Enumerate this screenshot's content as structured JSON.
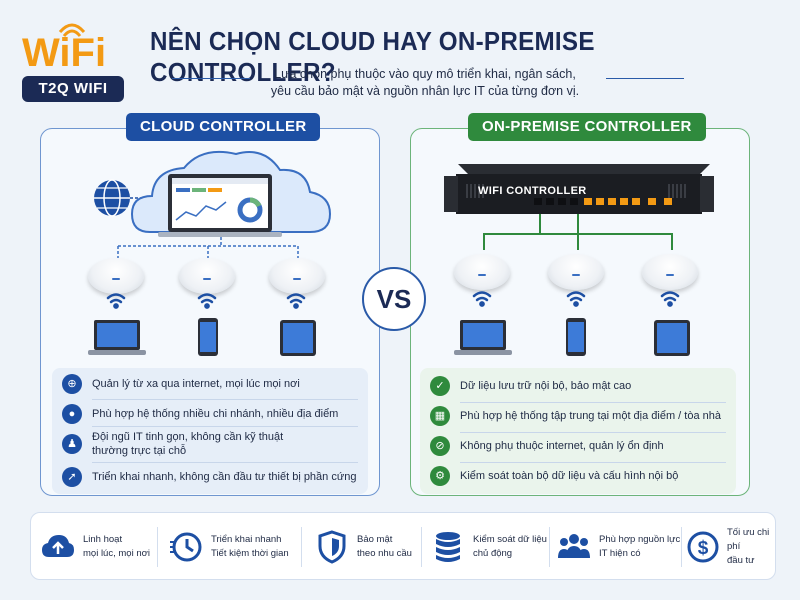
{
  "logo": {
    "brand": "WiFi",
    "badge": "T2Q WIFI"
  },
  "title": "NÊN CHỌN CLOUD HAY ON-PREMISE CONTROLLER?",
  "subtitle_line1": "Lựa chọn phụ thuộc vào quy mô triển khai, ngân sách,",
  "subtitle_line2": "yêu cầu bảo mật và nguồn nhân lực IT của từng đơn vị.",
  "vs": "VS",
  "cloud": {
    "title": "CLOUD CONTROLLER",
    "features": [
      {
        "icon": "globe-icon",
        "text": "Quản lý từ xa qua internet, mọi lúc mọi nơi"
      },
      {
        "icon": "location-pin-icon",
        "text": "Phù hợp hệ thống nhiều chi nhánh, nhiều địa điểm"
      },
      {
        "icon": "team-icon",
        "text_line1": "Đội ngũ IT tinh gọn, không cần kỹ thuật",
        "text_line2": "thường trực tại chỗ"
      },
      {
        "icon": "rocket-icon",
        "text": "Triển khai nhanh, không cần đầu tư thiết bị phần cứng"
      }
    ]
  },
  "onprem": {
    "title": "ON-PREMISE CONTROLLER",
    "device_label": "WIFI CONTROLLER",
    "features": [
      {
        "icon": "shield-check-icon",
        "text": "Dữ liệu lưu trữ nội bộ, bảo mật cao"
      },
      {
        "icon": "building-icon",
        "text": "Phù hợp hệ thống tập trung tại một địa điểm / tòa nhà"
      },
      {
        "icon": "no-internet-icon",
        "text": "Không phụ thuộc internet, quản lý ổn định"
      },
      {
        "icon": "gear-icon",
        "text": "Kiểm soát toàn bộ dữ liệu và cấu hình nội bộ"
      }
    ]
  },
  "bottom": [
    {
      "icon": "cloud-upload-icon",
      "line1": "Linh hoạt",
      "line2": "mọi lúc, mọi nơi"
    },
    {
      "icon": "clock-icon",
      "line1": "Triển khai nhanh",
      "line2": "Tiết kiệm thời gian"
    },
    {
      "icon": "shield-icon",
      "line1": "Bảo mật",
      "line2": "theo nhu cầu"
    },
    {
      "icon": "database-icon",
      "line1": "Kiểm soát dữ liệu",
      "line2": "chủ động"
    },
    {
      "icon": "people-icon",
      "line1": "Phù hợp nguồn lực",
      "line2": "IT hiện có"
    },
    {
      "icon": "dollar-icon",
      "line1": "Tối ưu chi phí",
      "line2": "đầu tư"
    }
  ],
  "colors": {
    "navy": "#1b2a55",
    "blue": "#1d4fa3",
    "green": "#2f8a3d",
    "orange": "#f39a14"
  }
}
